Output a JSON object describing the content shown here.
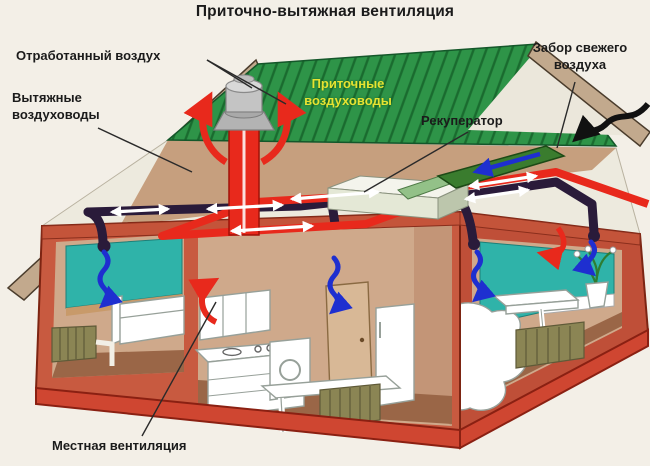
{
  "title": "Приточно-вытяжная вентиляция",
  "labels": {
    "exhaust_air": "Отработанный воздух",
    "exhaust_ducts": "Вытяжные воздуховоды",
    "supply_ducts": "Приточные воздуховоды",
    "recuperator": "Рекуператор",
    "fresh_air_intake": "Забор свежего воздуха",
    "local_ventilation": "Местная вентиляция"
  },
  "colors": {
    "background": "#f3efe7",
    "wall_red": "#c85a40",
    "wall_red_dark": "#7c2412",
    "base_red": "#cf4631",
    "roof_green": "#2e9448",
    "roof_hatch_green": "#1a6b2f",
    "roof_tan": "#c69f7e",
    "attic_floor": "#edeade",
    "interior_tan": "#cfa98b",
    "floor_brown": "#9a6647",
    "window_teal": "#2fb3a9",
    "duct_red": "#e8291c",
    "duct_dark": "#2a1b3a",
    "arrow_blue": "#1e2fd0",
    "recuperator_green": "#3a7c2e",
    "label_yellow": "#e6e332",
    "text_dark": "#1b1b1b"
  }
}
